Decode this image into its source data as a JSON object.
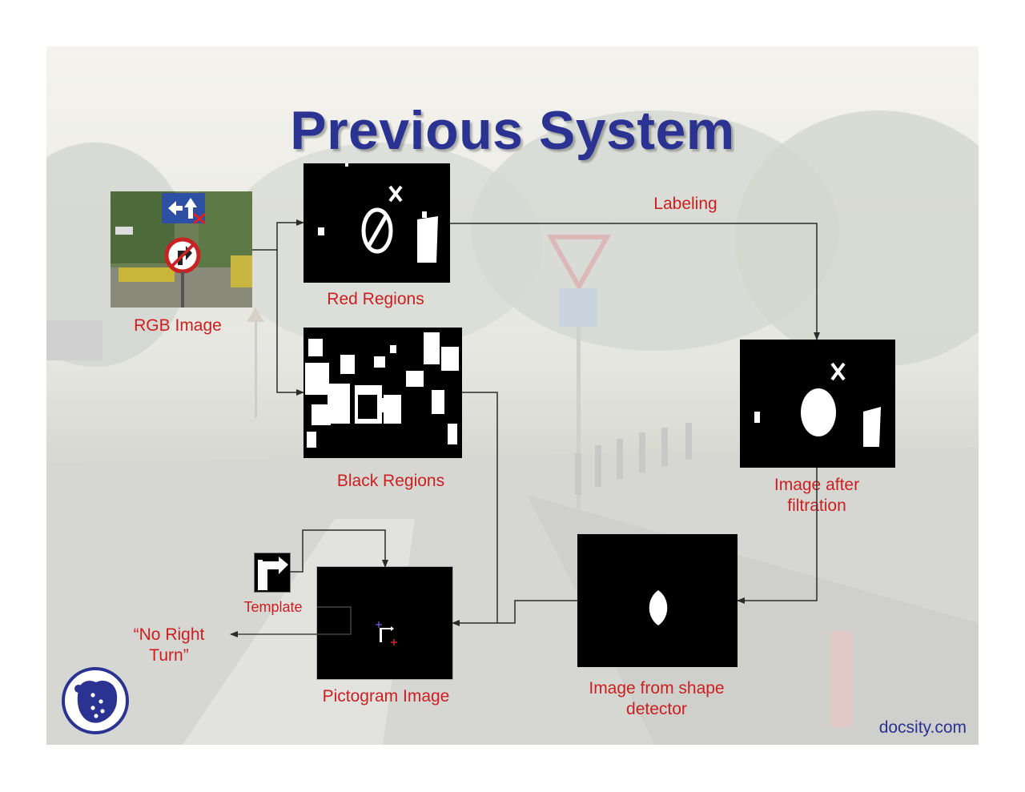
{
  "slide": {
    "title": "Previous System",
    "credit": "docsity.com"
  },
  "labels": {
    "rgb_image": "RGB Image",
    "red_regions": "Red Regions",
    "black_regions": "Black Regions",
    "labeling": "Labeling",
    "image_after_filtration_line1": "Image after",
    "image_after_filtration_line2": "filtration",
    "image_from_shape_detector_line1": "Image from shape",
    "image_from_shape_detector_line2": "detector",
    "pictogram_image": "Pictogram Image",
    "template": "Template",
    "result_line1": "“No Right",
    "result_line2": "Turn”"
  },
  "colors": {
    "title": "#2a3292",
    "label": "#cc1f1f",
    "arrow": "#2b2b2b",
    "logo": "#2a3292"
  },
  "icons": {
    "logo": "docsity-logo-icon"
  }
}
